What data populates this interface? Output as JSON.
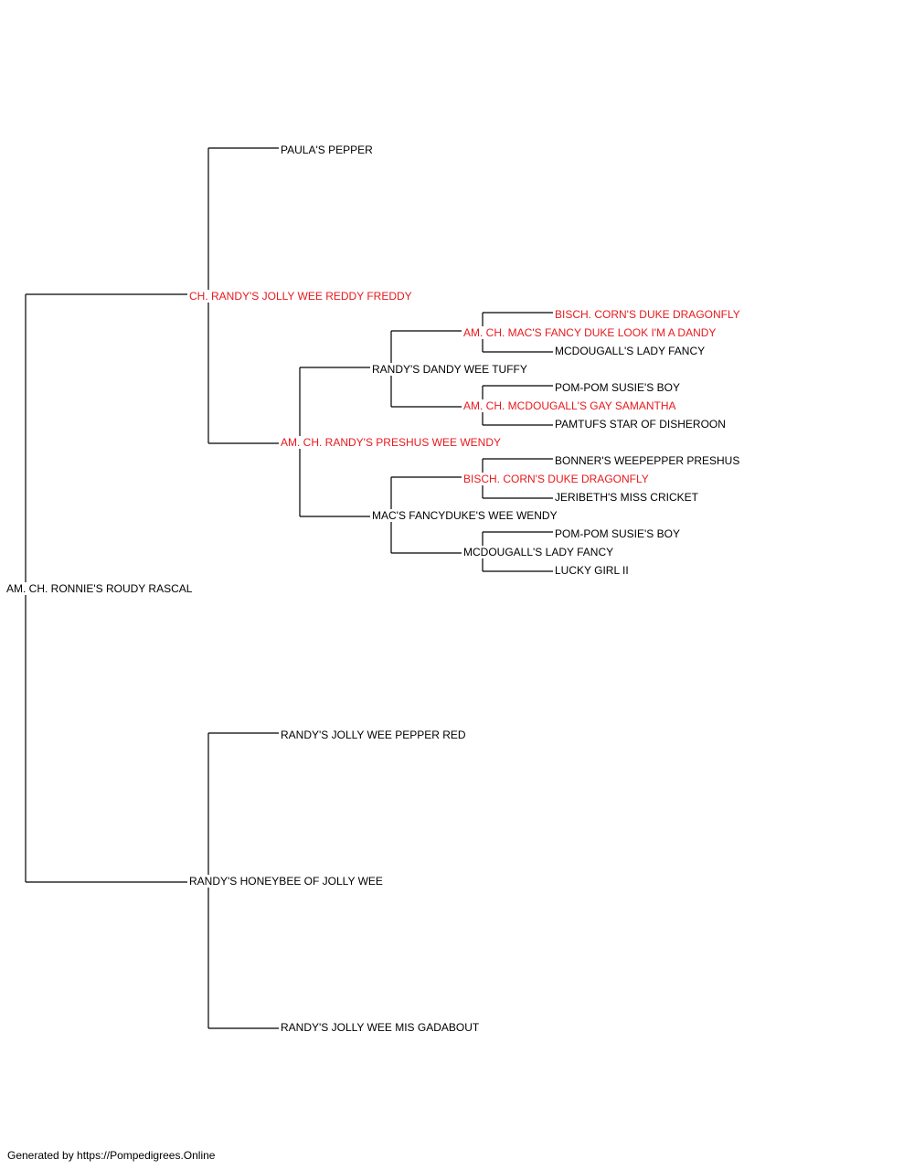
{
  "colors": {
    "champion": "#e8191d",
    "normal": "#000000",
    "line": "#000000"
  },
  "pedigree": {
    "root": "AM. CH. RONNIE'S ROUDY RASCAL",
    "sire": "CH. RANDY'S JOLLY WEE REDDY FREDDY",
    "sire_sire": "PAULA'S PEPPER",
    "sire_dam": "AM. CH. RANDY'S PRESHUS WEE WENDY",
    "sire_dam_sire": "RANDY'S DANDY WEE TUFFY",
    "sire_dam_sire_sire": "AM. CH. MAC'S FANCY DUKE LOOK I'M A DANDY",
    "sire_dam_sire_sire_sire": "BISCH. CORN'S DUKE DRAGONFLY",
    "sire_dam_sire_sire_dam": "MCDOUGALL'S LADY FANCY",
    "sire_dam_sire_dam": "AM. CH. MCDOUGALL'S GAY SAMANTHA",
    "sire_dam_sire_dam_sire": "POM-POM SUSIE'S BOY",
    "sire_dam_sire_dam_dam": "PAMTUFS STAR OF DISHEROON",
    "sire_dam_dam": "MAC'S FANCYDUKE'S WEE WENDY",
    "sire_dam_dam_sire": "BISCH. CORN'S DUKE DRAGONFLY",
    "sire_dam_dam_sire_sire": "BONNER'S WEEPEPPER PRESHUS",
    "sire_dam_dam_sire_dam": "JERIBETH'S MISS CRICKET",
    "sire_dam_dam_dam": "MCDOUGALL'S LADY FANCY",
    "sire_dam_dam_dam_sire": "POM-POM SUSIE'S BOY",
    "sire_dam_dam_dam_dam": "LUCKY GIRL II",
    "dam": "RANDY'S HONEYBEE OF JOLLY WEE",
    "dam_sire": "RANDY'S JOLLY WEE PEPPER RED",
    "dam_dam": "RANDY'S JOLLY WEE MIS GADABOUT"
  },
  "footer": "Generated by https://Pompedigrees.Online"
}
